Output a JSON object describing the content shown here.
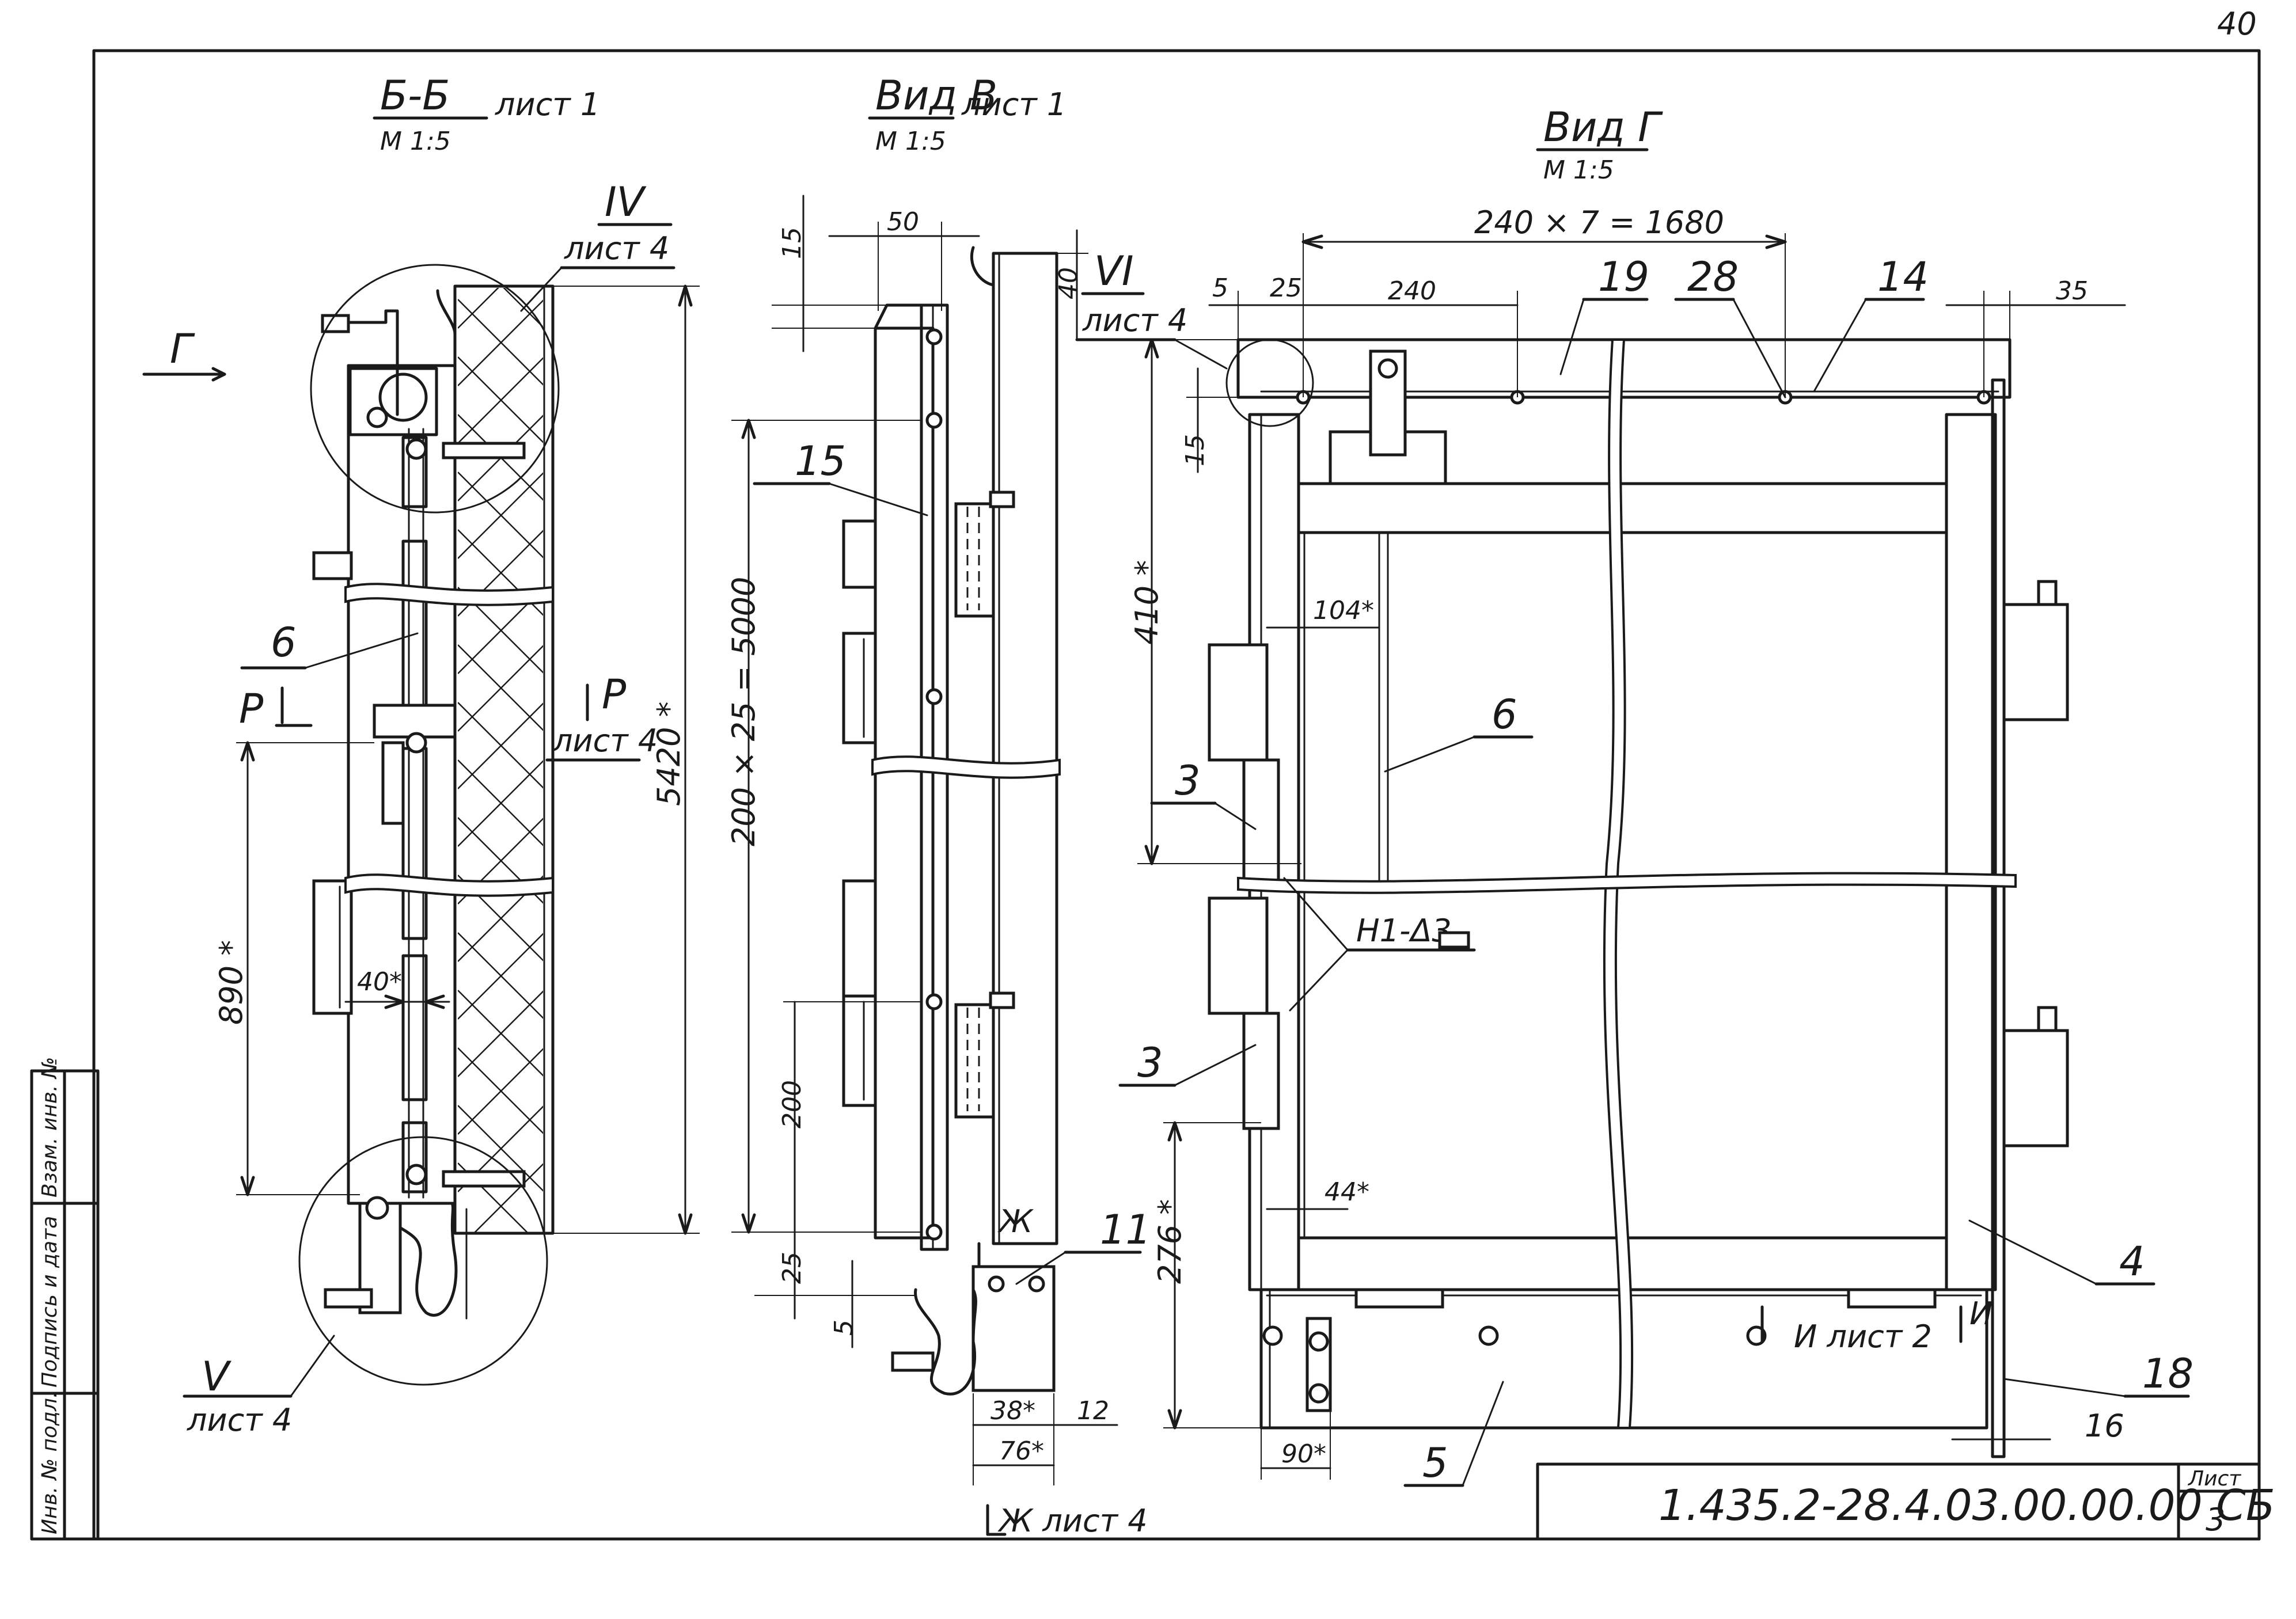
{
  "sheet": {
    "corner_number": "40",
    "doc_code": "1.435.2-28.4.03.00.00.00 СБ",
    "sheet_label": "Лист",
    "sheet_number": "3",
    "stamp_fields": [
      "Взам. инв. №",
      "Подпись и дата",
      "Инв. № подл."
    ]
  },
  "view_b": {
    "title": "Б-Б",
    "sheet_ref": "лист 1",
    "scale": "М 1:5",
    "callout_iv": "IV",
    "callout_iv_sheet": "лист 4",
    "callout_v": "V",
    "callout_v_sheet": "лист 4",
    "direction_letter": "Г",
    "pos_6": "6",
    "section_p": "Р",
    "section_p_right": "Р",
    "section_p_sheet": "лист 4",
    "dim_total": "5420 *",
    "dim_890": "890 *",
    "dim_40": "40*"
  },
  "view_v": {
    "title": "Вид В",
    "sheet_ref": "лист 1",
    "scale": "М 1:5",
    "callout_vi": "VI",
    "callout_vi_sheet": "лист 4",
    "pos_15": "15",
    "pos_11": "11",
    "dim_15": "15",
    "dim_50": "50",
    "dim_40": "40",
    "dim_chain": "200 × 25 = 5000",
    "dim_200": "200",
    "dim_25": "25",
    "dim_5": "5",
    "dim_38": "38*",
    "dim_12": "12",
    "dim_76": "76*",
    "section_zh": "Ж",
    "section_zh_sheet": "Ж лист 4"
  },
  "view_g": {
    "title": "Вид Г",
    "scale": "М 1:5",
    "dim_chain": "240 × 7 = 1680",
    "dim_5": "5",
    "dim_25": "25",
    "dim_240": "240",
    "dim_35": "35",
    "dim_15": "15",
    "dim_410": "410 *",
    "dim_104": "104*",
    "dim_44": "44*",
    "dim_276": "276 *",
    "dim_90": "90*",
    "dim_16": "16",
    "pos_19": "19",
    "pos_28": "28",
    "pos_14": "14",
    "pos_6": "6",
    "pos_3a": "3",
    "pos_3b": "3",
    "pos_4": "4",
    "pos_18": "18",
    "pos_5": "5",
    "weld": "Н1-Δ3",
    "section_i": "И лист 2",
    "section_i_right": "И"
  }
}
